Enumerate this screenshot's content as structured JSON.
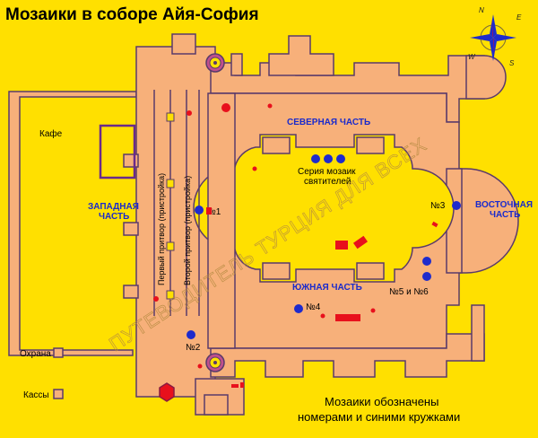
{
  "title": "Мозаики в соборе Айя-София",
  "compass": {
    "n": "N",
    "e": "E",
    "s": "S",
    "w": "W"
  },
  "areas": {
    "north": "СЕВЕРНАЯ ЧАСТЬ",
    "south": "ЮЖНАЯ ЧАСТЬ",
    "west_line1": "ЗАПАДНАЯ",
    "west_line2": "ЧАСТЬ",
    "east_line1": "ВОСТОЧНАЯ",
    "east_line2": "ЧАСТЬ"
  },
  "labels": {
    "cafe": "Кафе",
    "guard": "Охрана",
    "tickets": "Кассы",
    "narthex1": "Первый притвор (пристройка)",
    "narthex2": "Второй притвор (пристройка)",
    "saints_line1": "Серия мозаик",
    "saints_line2": "святителей"
  },
  "mosaic_numbers": {
    "m1": "№1",
    "m2": "№2",
    "m3": "№3",
    "m4": "№4",
    "m56": "№5 и №6"
  },
  "legend": {
    "line1": "Мозаики обозначены",
    "line2": "номерами и синими кружками"
  },
  "watermark": "ПУТЕВОДИТЕЛЬ ТУРЦИЯ ДЛЯ ВСЕХ",
  "colors": {
    "background": "#FFE000",
    "building": "#F7B07A",
    "outline": "#5A3A6A",
    "mosaic_marker": "#1E2BCC",
    "red_marker": "#E8101C",
    "label_blue": "#1A2ACC",
    "cafe_box": "#6A2A8A"
  }
}
